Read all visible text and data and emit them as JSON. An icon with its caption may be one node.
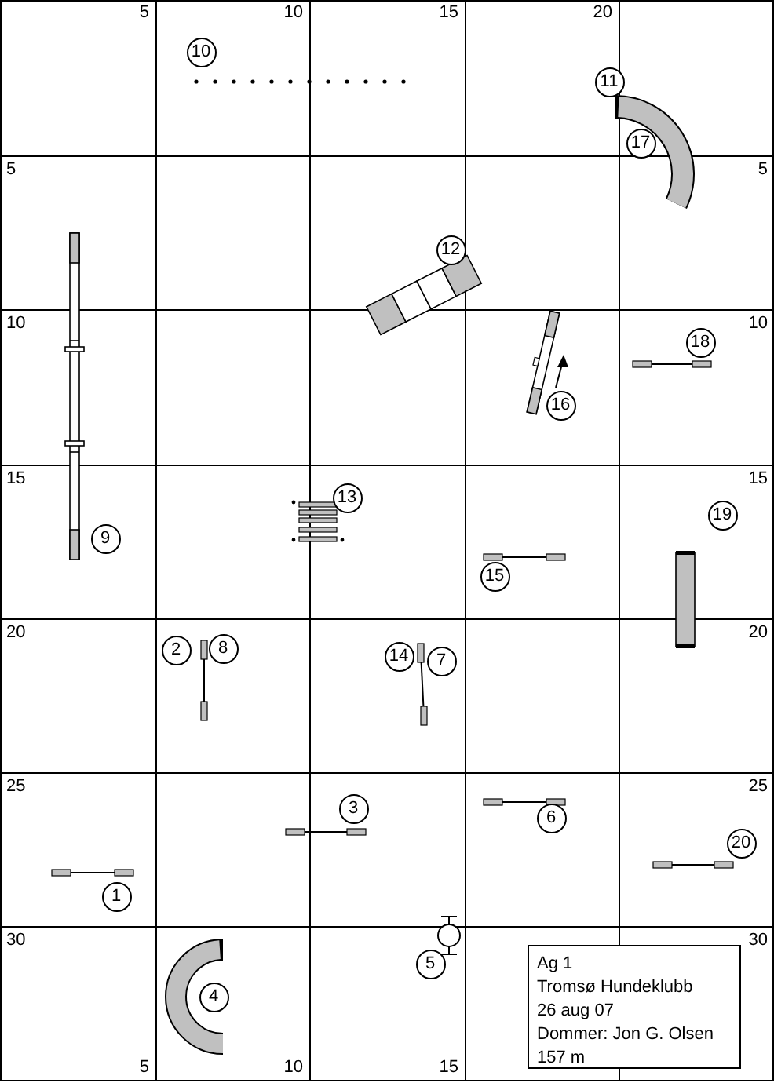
{
  "diagram": {
    "nodes": [
      {
        "text": [
          "1"
        ]
      },
      {
        "text": [
          "2"
        ]
      },
      {
        "text": [
          "3"
        ]
      },
      {
        "text": [
          "4"
        ]
      },
      {
        "text": [
          "5"
        ]
      },
      {
        "text": [
          "6"
        ]
      },
      {
        "text": [
          "7"
        ]
      },
      {
        "text": [
          "8"
        ]
      },
      {
        "text": [
          "9"
        ]
      },
      {
        "text": [
          "10"
        ]
      },
      {
        "text": [
          "11"
        ]
      },
      {
        "text": [
          "12"
        ]
      },
      {
        "text": [
          "13"
        ]
      },
      {
        "text": [
          "14"
        ]
      },
      {
        "text": [
          "15"
        ]
      },
      {
        "text": [
          "16"
        ]
      },
      {
        "text": [
          "17"
        ]
      },
      {
        "text": [
          "18"
        ]
      },
      {
        "text": [
          "19"
        ]
      },
      {
        "text": [
          "20"
        ]
      },
      {
        "text": [
          "Ag 1",
          "Tromsø Hundeklubb",
          "26 aug 07",
          "Dommer: Jon G. Olsen",
          "157 m"
        ]
      }
    ],
    "labels": [
      "5",
      "10",
      "15",
      "20",
      "5",
      "5",
      "10",
      "10",
      "15",
      "15",
      "20",
      "20",
      "25",
      "25",
      "30",
      "30",
      "5",
      "10",
      "15"
    ]
  }
}
